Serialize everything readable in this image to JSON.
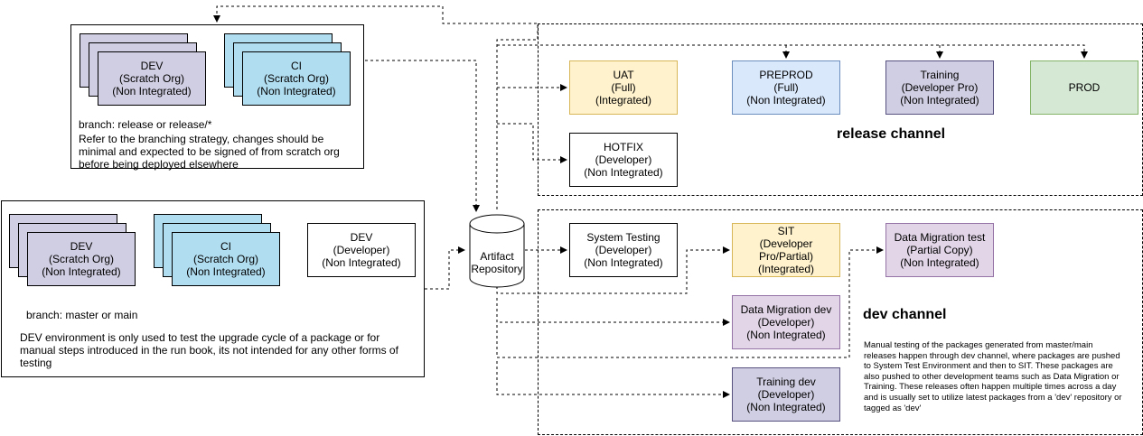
{
  "colors": {
    "scratch": "#d0cee2",
    "ci": "#b1ddf0",
    "uat": "#fff2cc",
    "preprod": "#dae8fc",
    "training": "#d0cee2",
    "prod": "#d5e8d4",
    "datamig": "#e1d5e7",
    "white": "#ffffff"
  },
  "release_env": {
    "dev": [
      "DEV",
      "(Scratch Org)",
      "(Non Integrated)"
    ],
    "ci": [
      "CI",
      "(Scratch Org)",
      "(Non Integrated)"
    ],
    "branch": "branch: release or release/*",
    "note": "Refer to the branching strategy, changes should be minimal and expected to be signed of from scratch org before being deployed elsewhere"
  },
  "main_env": {
    "dev": [
      "DEV",
      "(Scratch Org)",
      "(Non Integrated)"
    ],
    "ci": [
      "CI",
      "(Scratch Org)",
      "(Non Integrated)"
    ],
    "dev_developer": [
      "DEV",
      "(Developer)",
      "(Non Integrated)"
    ],
    "branch": "branch: master or main",
    "note": "DEV environment is only used to test the upgrade cycle of a package or for manual steps introduced in the run book, its not intended for any other forms of testing"
  },
  "artifact": [
    "Artifact",
    "Repository"
  ],
  "release_channel": {
    "title": "release channel",
    "uat": [
      "UAT",
      "(Full)",
      "(Integrated)"
    ],
    "preprod": [
      "PREPROD",
      "(Full)",
      "(Non Integrated)"
    ],
    "training": [
      "Training",
      "(Developer Pro)",
      "(Non Integrated)"
    ],
    "prod": [
      "PROD"
    ],
    "hotfix": [
      "HOTFIX",
      "(Developer)",
      "(Non Integrated)"
    ]
  },
  "dev_channel": {
    "title": "dev channel",
    "system_testing": [
      "System Testing",
      "(Developer)",
      "(Non Integrated)"
    ],
    "sit": [
      "SIT",
      "(Developer",
      "Pro/Partial)",
      "(Integrated)"
    ],
    "data_migration_test": [
      "Data Migration test",
      "(Partial Copy)",
      "(Non Integrated)"
    ],
    "data_migration_dev": [
      "Data Migration dev",
      "(Developer)",
      "(Non Integrated)"
    ],
    "training_dev": [
      "Training dev",
      "(Developer)",
      "(Non Integrated)"
    ],
    "note": "Manual testing of the packages generated from master/main releases happen through dev channel, where packages are pushed to  System Test Environment and then to SIT.  These packages are also pushed to other development teams such as Data Migration or Training.  These releases often happen multiple times across a day and is usually set to utilize latest packages from a 'dev' repository or tagged as 'dev'"
  }
}
